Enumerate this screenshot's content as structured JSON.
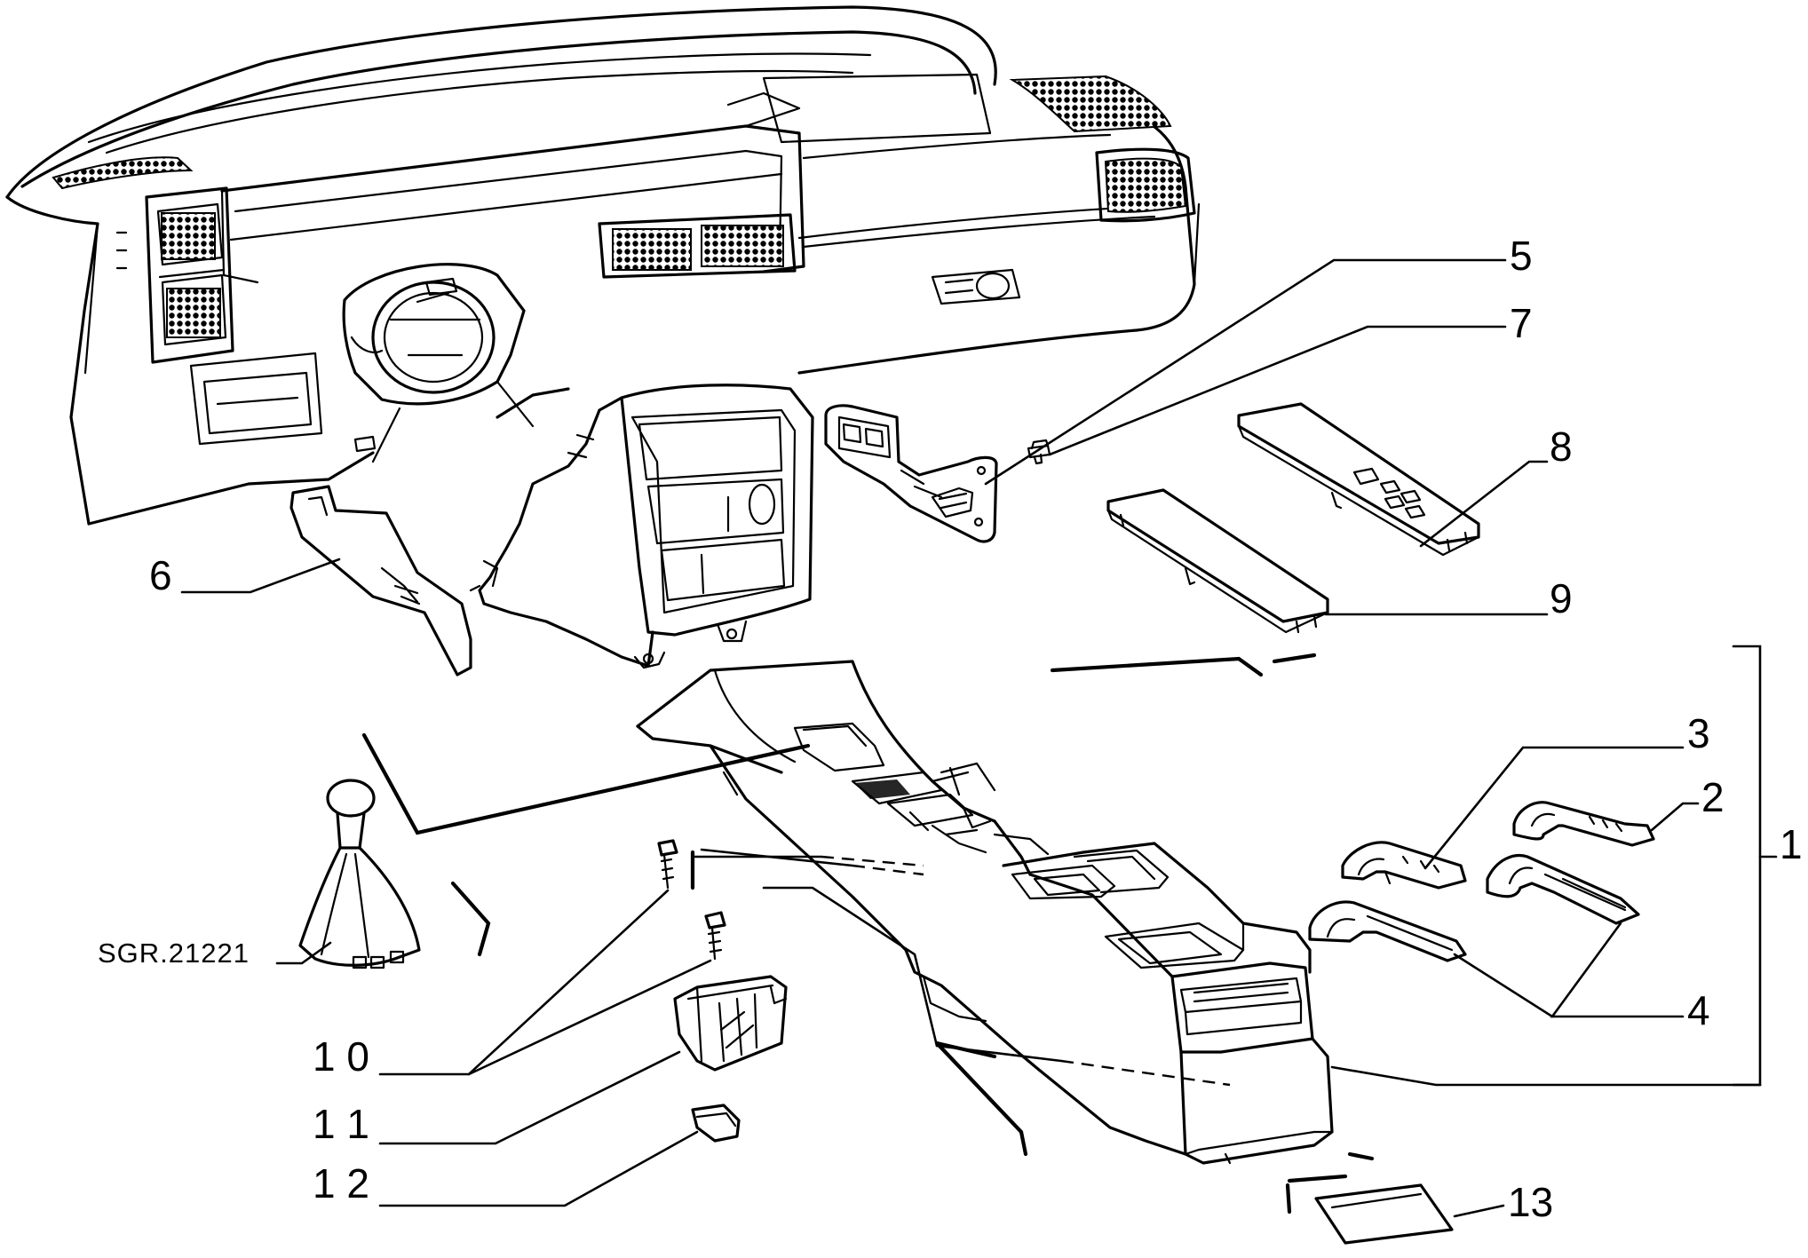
{
  "callouts": [
    {
      "id": "1",
      "label": "1"
    },
    {
      "id": "2",
      "label": "2"
    },
    {
      "id": "3",
      "label": "3"
    },
    {
      "id": "4",
      "label": "4"
    },
    {
      "id": "5",
      "label": "5"
    },
    {
      "id": "6",
      "label": "6"
    },
    {
      "id": "7",
      "label": "7"
    },
    {
      "id": "8",
      "label": "8"
    },
    {
      "id": "9",
      "label": "9"
    },
    {
      "id": "10",
      "label": "1 0"
    },
    {
      "id": "11",
      "label": "1 1"
    },
    {
      "id": "12",
      "label": "1 2"
    },
    {
      "id": "13",
      "label": "13"
    }
  ],
  "reference": "SGR.21221",
  "colors": {
    "line": "#000000",
    "background": "#ffffff"
  }
}
